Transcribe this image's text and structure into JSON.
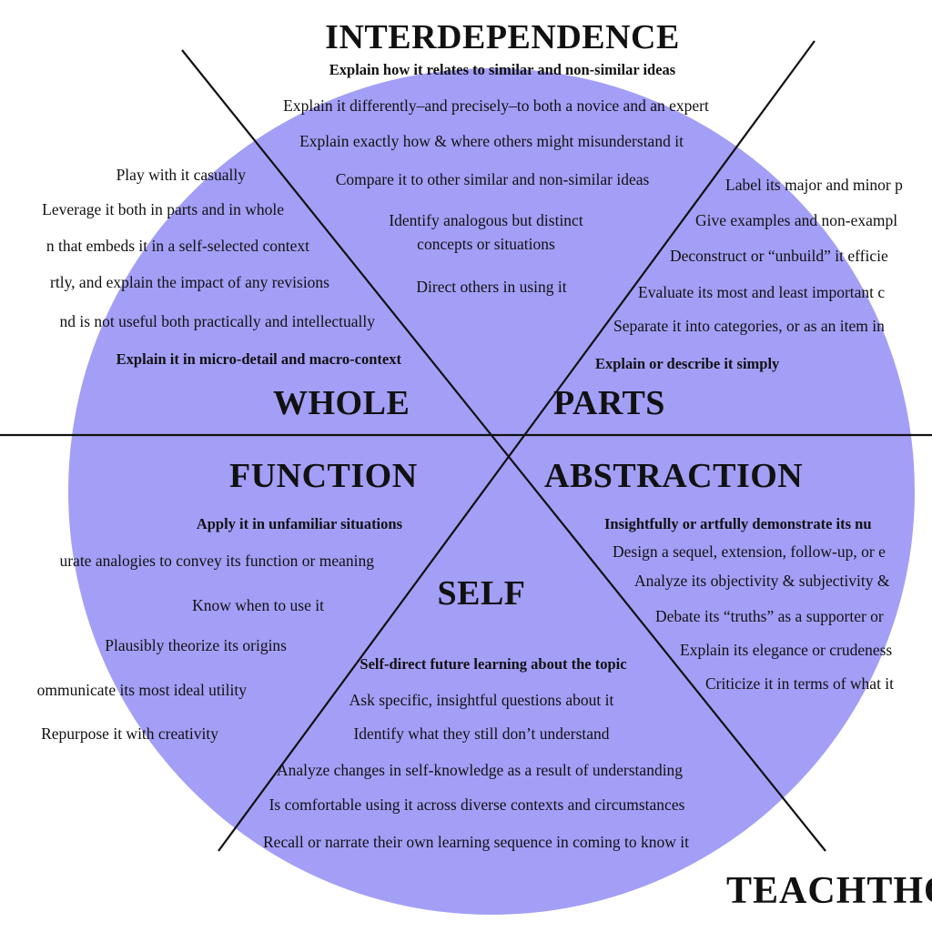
{
  "colors": {
    "circle_fill": "#a39ff6",
    "line": "#111111",
    "text": "#111111",
    "background": "#ffffff"
  },
  "brand": "TEACHTHO",
  "sections": {
    "interdependence": {
      "title": "INTERDEPENDENCE",
      "items": [
        "Explain how it relates to similar and non-similar ideas",
        "Explain it differently–and precisely–to both a novice and an expert",
        "Explain exactly how & where others might misunderstand it",
        "Compare it to other similar and non-similar ideas",
        "Identify analogous but distinct concepts or situations",
        "Direct others in using it"
      ]
    },
    "whole": {
      "title": "WHOLE",
      "items": [
        "Play with it casually",
        "Leverage it both in parts and in whole",
        "n that embeds it in a self-selected context",
        "rtly, and explain the impact of any revisions",
        "nd is not useful both practically and intellectually",
        "Explain it in micro-detail and macro-context"
      ]
    },
    "parts": {
      "title": "PARTS",
      "items": [
        "Label its major and minor p",
        "Give examples and non-exampl",
        "Deconstruct or “unbuild” it efficie",
        "Evaluate its most and least important c",
        "Separate it into categories, or as an item in",
        "Explain or describe it simply"
      ]
    },
    "function": {
      "title": "FUNCTION",
      "items": [
        "Apply it in unfamiliar situations",
        "urate analogies to convey its function or meaning",
        "Know when to use it",
        "Plausibly theorize its origins",
        "ommunicate its most ideal utility",
        "Repurpose it with creativity"
      ]
    },
    "abstraction": {
      "title": "ABSTRACTION",
      "items": [
        "Insightfully or artfully demonstrate its nu",
        "Design a sequel, extension, follow-up, or e",
        "Analyze its objectivity & subjectivity &",
        "Debate its “truths” as a supporter or",
        "Explain its elegance or crudeness",
        "Criticize it in terms of what it"
      ]
    },
    "self": {
      "title": "SELF",
      "items": [
        "Self-direct future learning about the topic",
        "Ask specific, insightful questions about it",
        "Identify what they still don’t understand",
        "Analyze changes in self-knowledge as a result of understanding",
        "Is comfortable using it across diverse contexts and circumstances",
        "Recall or narrate their own learning sequence in coming to know it"
      ]
    }
  }
}
